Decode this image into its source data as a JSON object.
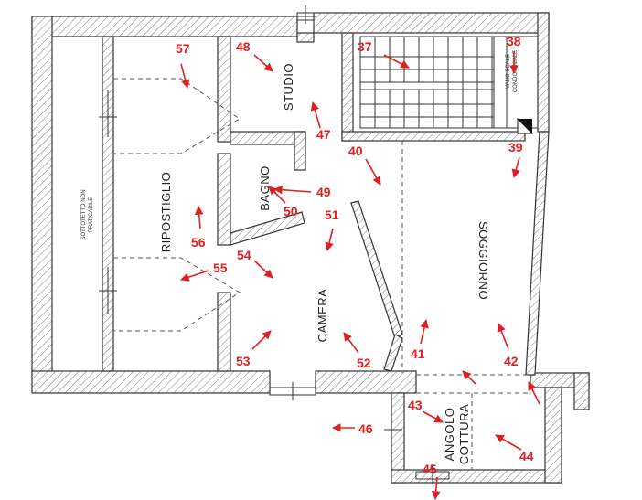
{
  "rooms": {
    "studio": "STUDIO",
    "bagno": "BAGNO",
    "ripostiglio": "RIPOSTIGLIO",
    "camera": "CAMERA",
    "soggiorno": "SOGGIORNO",
    "angolo_cottura_1": "ANGOLO",
    "angolo_cottura_2": "COTTURA",
    "sottotetto_1": "SOTTOTETTO NON",
    "sottotetto_2": "PRATICABILE",
    "vano_scale_1": "VANO SCALE",
    "vano_scale_2": "CONDOMINIALE"
  },
  "photo_points": {
    "p37": "37",
    "p38": "38",
    "p39": "39",
    "p40": "40",
    "p41": "41",
    "p42": "42",
    "p43": "43",
    "p44": "44",
    "p45": "45",
    "p46": "46",
    "p47": "47",
    "p48": "48",
    "p49": "49",
    "p50": "50",
    "p51": "51",
    "p52": "52",
    "p53": "53",
    "p54": "54",
    "p55": "55",
    "p56": "56",
    "p57": "57"
  },
  "colors": {
    "marker": "#e02020",
    "wall_outline": "#333333"
  }
}
